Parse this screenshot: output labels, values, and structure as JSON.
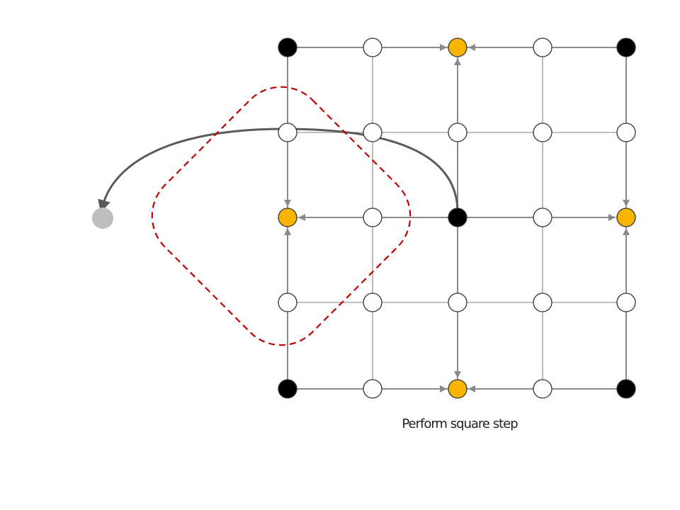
{
  "caption": "Perform square step",
  "grid": {
    "rows": 5,
    "cols": 5,
    "node_types": [
      [
        "black",
        "white",
        "yellow",
        "white",
        "black"
      ],
      [
        "white",
        "white",
        "white",
        "white",
        "white"
      ],
      [
        "yellow",
        "white",
        "black",
        "white",
        "yellow"
      ],
      [
        "white",
        "white",
        "white",
        "white",
        "white"
      ],
      [
        "black",
        "white",
        "yellow",
        "white",
        "black"
      ]
    ]
  },
  "square_step_arrows": [
    {
      "from": [
        0,
        0
      ],
      "to": [
        0,
        2
      ]
    },
    {
      "from": [
        0,
        4
      ],
      "to": [
        0,
        2
      ]
    },
    {
      "from": [
        0,
        0
      ],
      "to": [
        2,
        0
      ]
    },
    {
      "from": [
        4,
        0
      ],
      "to": [
        2,
        0
      ]
    },
    {
      "from": [
        0,
        4
      ],
      "to": [
        2,
        4
      ]
    },
    {
      "from": [
        4,
        4
      ],
      "to": [
        2,
        4
      ]
    },
    {
      "from": [
        4,
        0
      ],
      "to": [
        4,
        2
      ]
    },
    {
      "from": [
        4,
        4
      ],
      "to": [
        4,
        2
      ]
    },
    {
      "from": [
        2,
        2
      ],
      "to": [
        0,
        2
      ]
    },
    {
      "from": [
        2,
        2
      ],
      "to": [
        4,
        2
      ]
    },
    {
      "from": [
        2,
        2
      ],
      "to": [
        2,
        0
      ]
    },
    {
      "from": [
        2,
        2
      ],
      "to": [
        2,
        4
      ]
    }
  ],
  "colors": {
    "black_node": "#000000",
    "yellow_node": "#f7b500",
    "white_node": "#ffffff",
    "node_stroke": "#333333",
    "grid_line": "#999999",
    "arrow": "#8a8a8a",
    "curve": "#5a5a5a",
    "external_node": "#bdbdbd",
    "boundary": "#c00000"
  }
}
